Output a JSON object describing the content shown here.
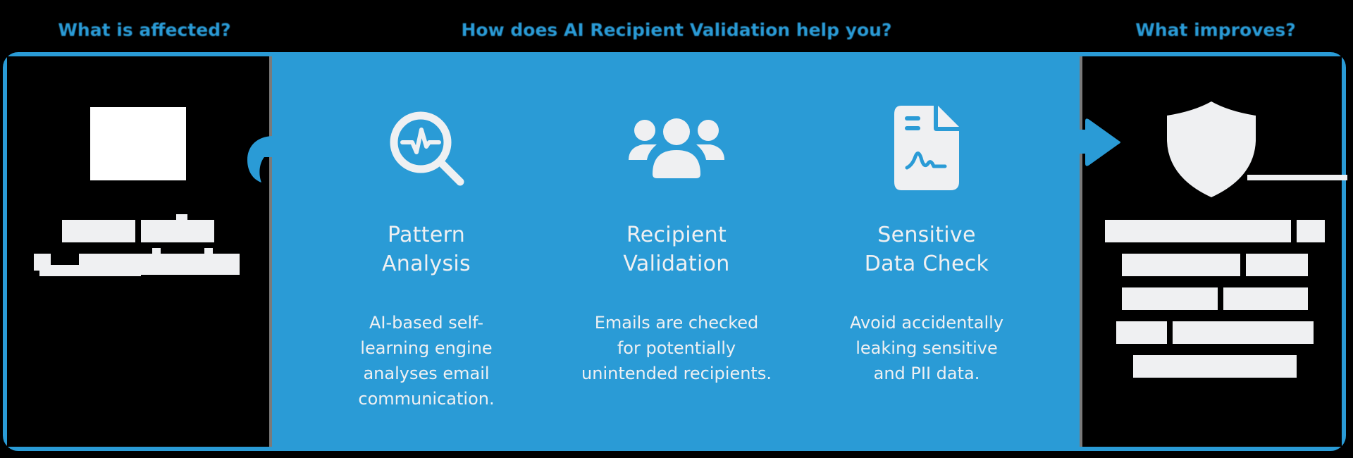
{
  "headings": {
    "left": "What is affected?",
    "middle": "How does AI Recipient Validation help you?",
    "right": "What improves?"
  },
  "colors": {
    "accent": "#2a9bd6",
    "background": "#000000",
    "text_light": "#eff0f2"
  },
  "left_panel": {
    "icon": "document-icon (redacted)",
    "label_redacted": true
  },
  "features": [
    {
      "icon": "magnifier-pulse-icon",
      "title_line1": "Pattern",
      "title_line2": "Analysis",
      "desc_line1": "AI-based self-",
      "desc_line2": "learning engine",
      "desc_line3": "analyses email",
      "desc_line4": "communication."
    },
    {
      "icon": "users-group-icon",
      "title_line1": "Recipient",
      "title_line2": "Validation",
      "desc_line1": "Emails are checked",
      "desc_line2": "for potentially",
      "desc_line3": "unintended recipients."
    },
    {
      "icon": "file-signature-icon",
      "title_line1": "Sensitive",
      "title_line2": "Data Check",
      "desc_line1": "Avoid accidentally",
      "desc_line2": "leaking sensitive",
      "desc_line3": "and PII data."
    }
  ],
  "right_panel": {
    "icon": "shield-icon (redacted)",
    "label_redacted": true
  }
}
